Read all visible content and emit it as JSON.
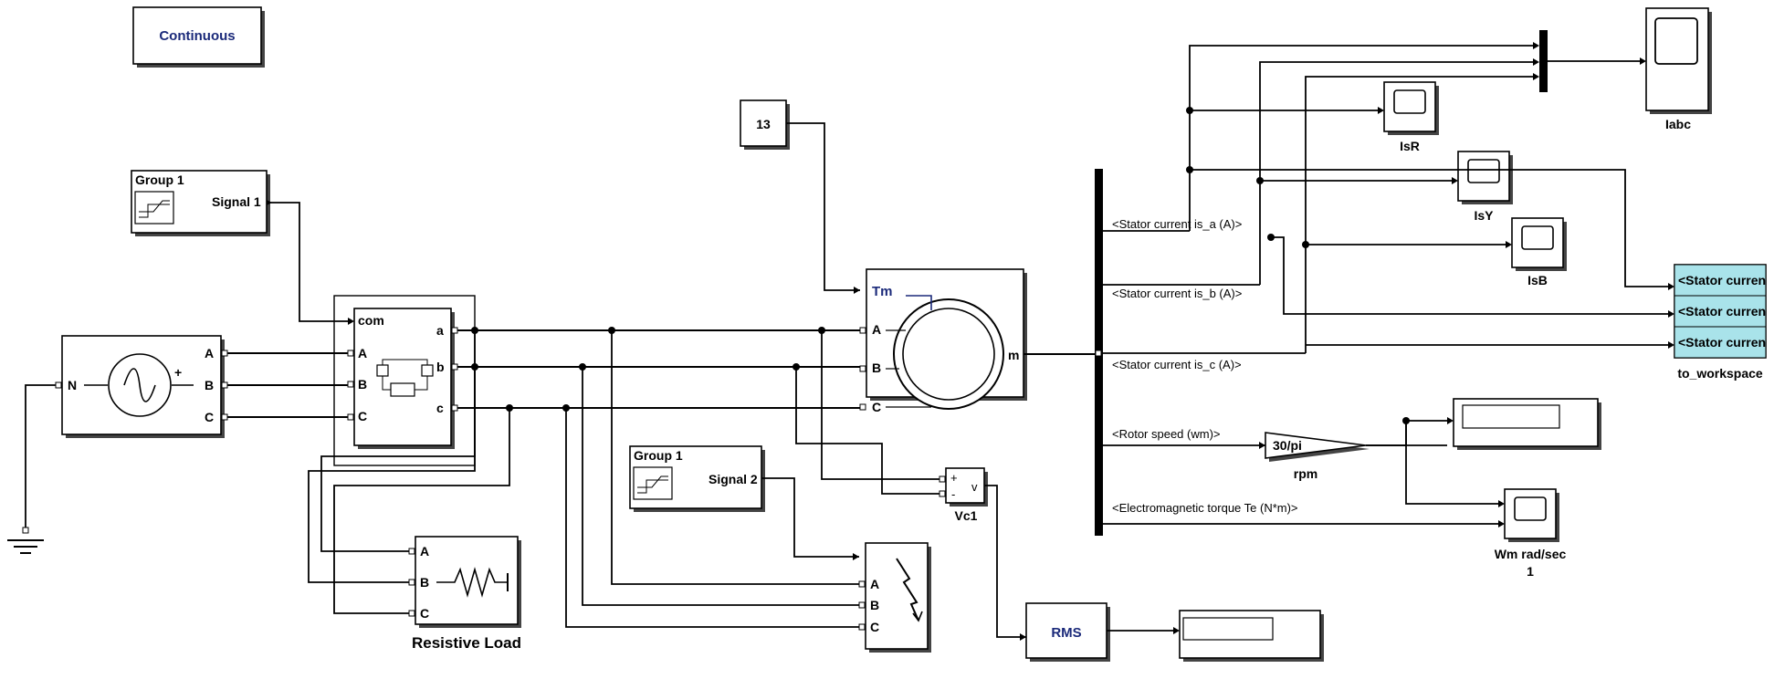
{
  "powergui": {
    "label": "Continuous"
  },
  "constant": {
    "value": "13"
  },
  "signal_builder_1": {
    "group": "Group 1",
    "signal": "Signal 1"
  },
  "signal_builder_2": {
    "group": "Group 1",
    "signal": "Signal 2"
  },
  "source": {
    "neutral": "N",
    "ports": [
      "A",
      "B",
      "C"
    ],
    "plus": "+"
  },
  "breaker": {
    "com": "com",
    "in_ports": [
      "A",
      "B",
      "C"
    ],
    "out_ports": [
      "a",
      "b",
      "c"
    ]
  },
  "machine": {
    "tm": "Tm",
    "ports": [
      "A",
      "B",
      "C"
    ],
    "m": "m"
  },
  "resistive_load": {
    "ports": [
      "A",
      "B",
      "C"
    ],
    "label": "Resistive Load"
  },
  "fault": {
    "ports": [
      "A",
      "B",
      "C"
    ]
  },
  "voltmeter": {
    "label": "Vc1",
    "plus": "+",
    "minus": "-",
    "v": "v"
  },
  "rms": {
    "label": "RMS"
  },
  "bus_signals": [
    "<Stator current is_a (A)>",
    "<Stator current is_b (A)>",
    "<Stator current is_c (A)>",
    "<Rotor speed (wm)>",
    "<Electromagnetic torque Te (N*m)>"
  ],
  "gain": {
    "value": "30/pi",
    "label": "rpm"
  },
  "scopes": {
    "isr": "IsR",
    "isy": "IsY",
    "isb": "IsB",
    "iabc": "Iabc",
    "wm_line1": "Wm rad/sec",
    "wm_line2": "1"
  },
  "to_workspace": {
    "label": "to_workspace",
    "entries": [
      "<Stator curren",
      "<Stator curren",
      "<Stator curren"
    ]
  }
}
